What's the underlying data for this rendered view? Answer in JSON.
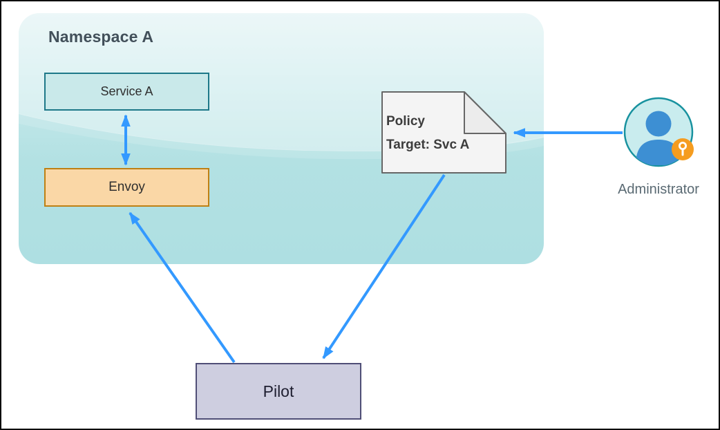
{
  "diagram": {
    "canvas_background": "#FFFFFF",
    "canvas_border_color": "#0A0A0A",
    "arrow_color": "#3399FF",
    "namespace": {
      "title": "Namespace A",
      "title_color": "#42505A",
      "fill_top": "#ECF8F8",
      "fill_bottom": "#AEDFE2"
    },
    "nodes": {
      "service_a": {
        "label": "Service A",
        "fill": "#C9E9EA",
        "border": "#1D7888"
      },
      "envoy": {
        "label": "Envoy",
        "fill": "#FAD7A6",
        "border": "#BE8013"
      },
      "policy": {
        "title": "Policy",
        "target": "Target: Svc A",
        "fill": "#F4F4F4",
        "fold_fill": "#ECECEC",
        "border": "#666666"
      },
      "pilot": {
        "label": "Pilot",
        "fill": "#CECEE0",
        "border": "#4F4E76"
      },
      "administrator": {
        "label": "Administrator",
        "icon": "person-with-key-badge",
        "circle_fill": "#C9ECEE",
        "circle_border": "#18929F",
        "person_fill": "#3D8FD3",
        "badge_fill": "#F59C1F"
      }
    },
    "arrows": [
      {
        "id": "service-a-envoy",
        "from": "Service A",
        "to": "Envoy",
        "bidirectional": true
      },
      {
        "id": "pilot-envoy",
        "from": "Pilot",
        "to": "Envoy",
        "bidirectional": false
      },
      {
        "id": "policy-pilot",
        "from": "Policy",
        "to": "Pilot",
        "bidirectional": false
      },
      {
        "id": "administrator-policy",
        "from": "Administrator",
        "to": "Policy",
        "bidirectional": false
      }
    ]
  }
}
